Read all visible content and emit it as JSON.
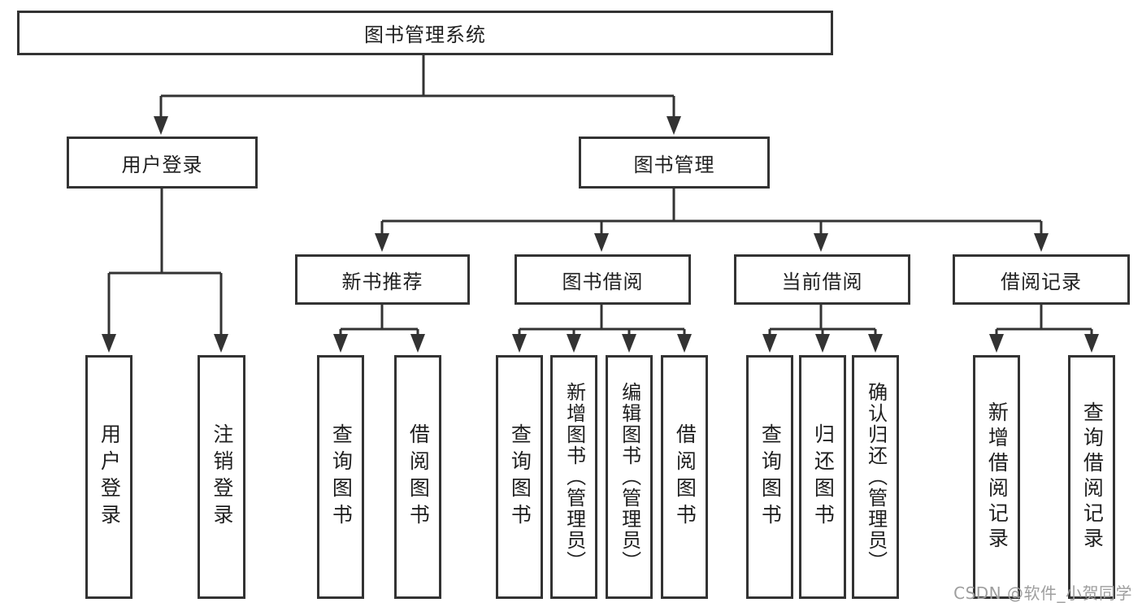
{
  "colors": {
    "background": "#ffffff",
    "line": "#333333",
    "box_border": "#333333",
    "text": "#1f1f1f",
    "watermark": "#9e9e9e"
  },
  "diagram": {
    "root": "图书管理系统",
    "level2": {
      "user_login": "用户登录",
      "book_mgmt": "图书管理"
    },
    "user_login_children": {
      "login": "用户登录",
      "logout": "注销登录"
    },
    "book_mgmt_children": {
      "new_book": "新书推荐",
      "borrow": "图书借阅",
      "current": "当前借阅",
      "records": "借阅记录"
    },
    "new_book_children": {
      "query": "查询图书",
      "borrow": "借阅图书"
    },
    "borrow_children": {
      "query": "查询图书",
      "add": "新增图书（管理员）",
      "edit": "编辑图书（管理员）",
      "borrow": "借阅图书"
    },
    "current_children": {
      "query": "查询图书",
      "return": "归还图书",
      "confirm": "确认归还（管理员）"
    },
    "records_children": {
      "add": "新增借阅记录",
      "query": "查询借阅记录"
    }
  },
  "watermark": "CSDN @软件_小贺同学"
}
